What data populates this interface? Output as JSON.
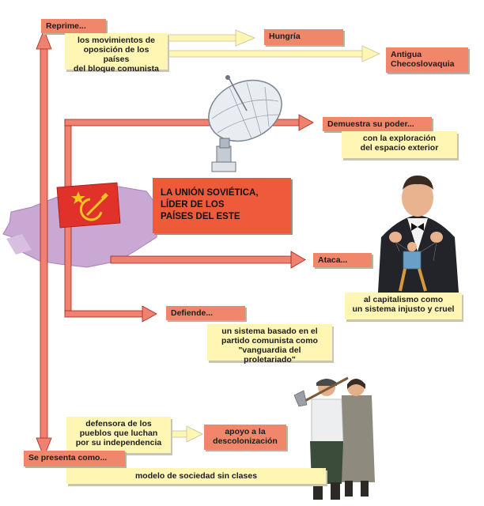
{
  "diagram": {
    "title_lines": [
      "LA UNIÓN SOVIÉTICA,",
      "LÍDER DE LOS",
      "PAÍSES DEL ESTE"
    ],
    "labels": {
      "reprime": "Reprime...",
      "reprime_desc_lines": [
        "los movimientos de",
        "oposición de los países",
        "del bloque comunista"
      ],
      "hungria": "Hungría",
      "checo_lines": [
        "Antigua",
        "Checoslovaquia"
      ],
      "demuestra": "Demuestra su poder...",
      "demuestra_desc_lines": [
        "con la exploración",
        "del espacio exterior"
      ],
      "ataca": "Ataca...",
      "ataca_desc_lines": [
        "al capitalismo como",
        "un sistema injusto y cruel"
      ],
      "defiende": "Defiende...",
      "defiende_desc_lines": [
        "un sistema basado en el",
        "partido comunista como",
        "\"vanguardia del proletariado\""
      ],
      "defensora_lines": [
        "defensora de los",
        "pueblos que luchan",
        "por su independencia"
      ],
      "apoyo_lines": [
        "apoyo a la",
        "descolonización"
      ],
      "se_presenta": "Se presenta como...",
      "modelo": "modelo de sociedad sin clases"
    },
    "colors": {
      "arrow_fill": "#f08070",
      "arrow_stroke": "#a02818",
      "salmon_box": "#f0876a",
      "yellow_box": "#fff6b4",
      "title_box": "#ee5a3a",
      "map_fill": "#c9a8d4",
      "flag_red": "#e0312b",
      "flag_gold": "#f4c420"
    },
    "icons": [
      "soviet-flag-icon",
      "satellite-dish-icon",
      "puppeteer-icon",
      "workers-icon",
      "ussr-map-icon"
    ]
  }
}
